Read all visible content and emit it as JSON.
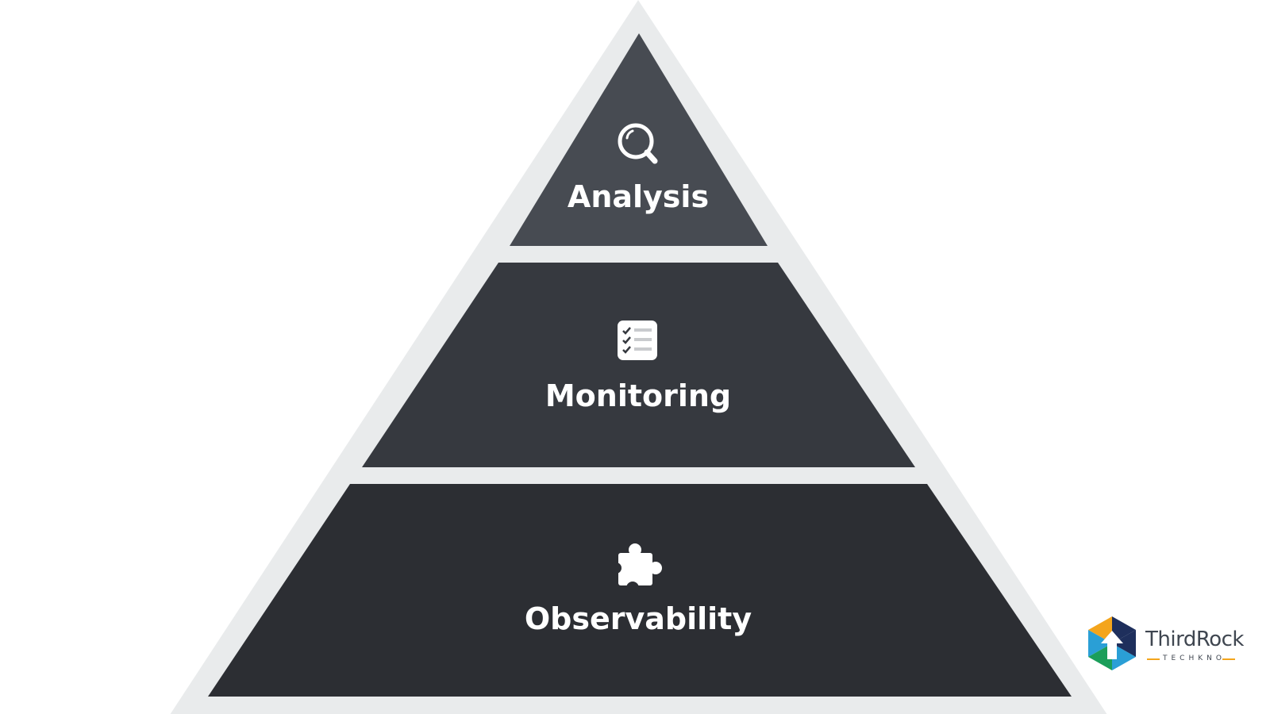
{
  "pyramid": {
    "tiers": [
      {
        "label": "Analysis",
        "icon": "magnifier-icon",
        "color": "#474b52"
      },
      {
        "label": "Monitoring",
        "icon": "checklist-icon",
        "color": "#36393f"
      },
      {
        "label": "Observability",
        "icon": "puzzle-piece-icon",
        "color": "#2c2e33"
      }
    ],
    "outline_color": "#e9ebec"
  },
  "logo": {
    "name": "ThirdRock",
    "subtitle": "TECHKNO",
    "colors": [
      "#f4a51c",
      "#1b9e5a",
      "#2a9fd6",
      "#1e2f5c"
    ]
  }
}
